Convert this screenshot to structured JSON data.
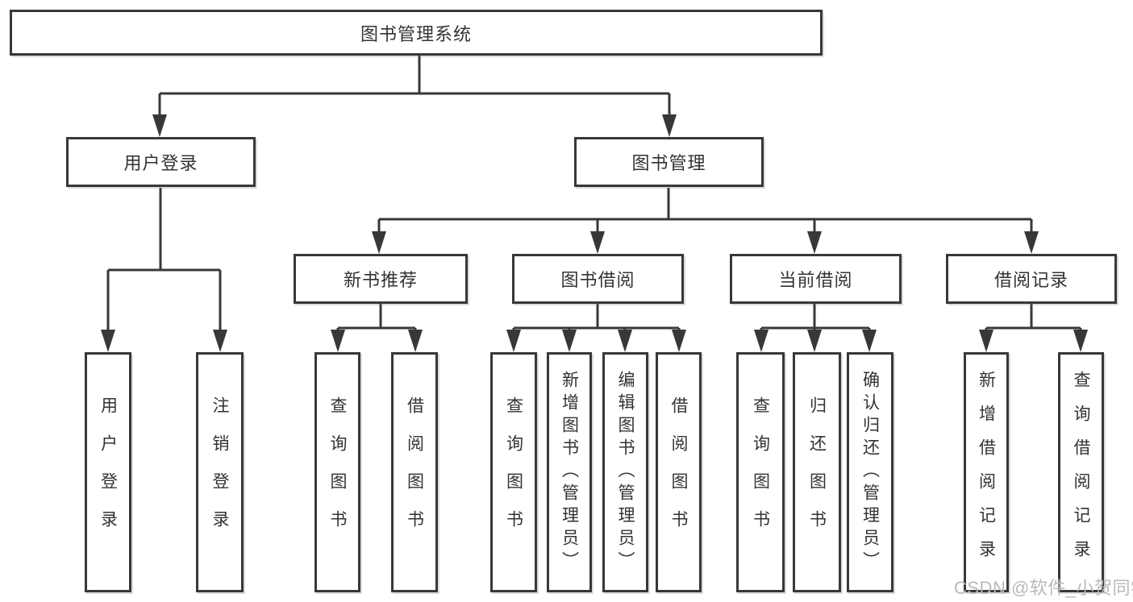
{
  "diagram_type": "functional-structure-tree",
  "watermark": "CSDN @软件_小贺同学",
  "colors": {
    "line": "#383838",
    "text": "#333333",
    "box_border": "#383838",
    "background": "#ffffff",
    "watermark": "#b9b9b9"
  },
  "tree": {
    "label": "图书管理系统",
    "children": [
      {
        "label": "用户登录",
        "children": [
          {
            "label": "用户登录"
          },
          {
            "label": "注销登录"
          }
        ]
      },
      {
        "label": "图书管理",
        "children": [
          {
            "label": "新书推荐",
            "children": [
              {
                "label": "查询图书"
              },
              {
                "label": "借阅图书"
              }
            ]
          },
          {
            "label": "图书借阅",
            "children": [
              {
                "label": "查询图书"
              },
              {
                "label": "新增图书（管理员）"
              },
              {
                "label": "编辑图书（管理员）"
              },
              {
                "label": "借阅图书"
              }
            ]
          },
          {
            "label": "当前借阅",
            "children": [
              {
                "label": "查询图书"
              },
              {
                "label": "归还图书"
              },
              {
                "label": "确认归还（管理员）"
              }
            ]
          },
          {
            "label": "借阅记录",
            "children": [
              {
                "label": "新增借阅记录"
              },
              {
                "label": "查询借阅记录"
              }
            ]
          }
        ]
      }
    ]
  }
}
